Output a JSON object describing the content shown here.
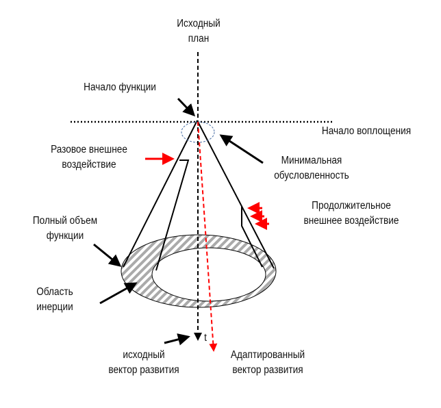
{
  "labels": {
    "initial_plan_1": "Исходный",
    "initial_plan_2": "план",
    "function_start": "Начало функции",
    "embodiment_start": "Начало воплощения",
    "one_time_1": "Разовое внешнее",
    "one_time_2": "воздействие",
    "min_cond_1": "Минимальная",
    "min_cond_2": "обусловленность",
    "long_term_1": "Продолжительное",
    "long_term_2": "внешнее воздействие",
    "full_volume_1": "Полный объем",
    "full_volume_2": "функции",
    "inertia_1": "Область",
    "inertia_2": "инерции",
    "t_axis": "t",
    "initial_vector_1": "исходный",
    "initial_vector_2": "вектор развития",
    "adapted_vector_1": "Адаптированный",
    "adapted_vector_2": "вектор развития"
  },
  "colors": {
    "accent": "#ff0000",
    "ellipse": "#4a6fa5",
    "hatch": "#aaaaaa"
  }
}
